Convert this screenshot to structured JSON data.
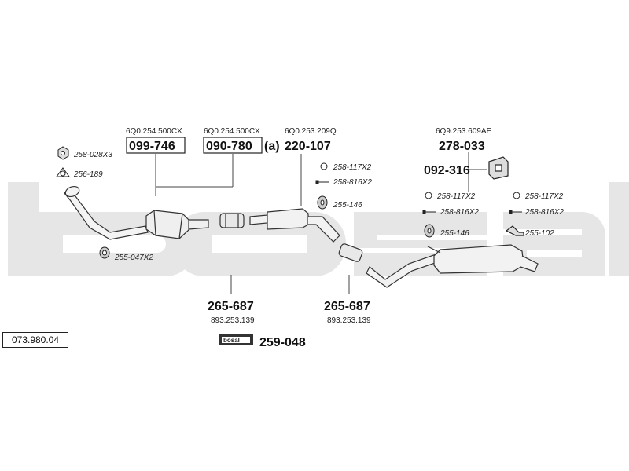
{
  "diagram": {
    "reference_number": "073.980.04",
    "watermark_word": "bosal",
    "logo_text": "bosal",
    "parts": {
      "catalyst": {
        "oem": "6Q0.254.500CX",
        "number": "099-746"
      },
      "catalyst_alt": {
        "oem": "6Q0.254.500CX",
        "number": "090-780",
        "suffix": "(a)"
      },
      "front_pipe": {
        "oem": "6Q0.253.209Q",
        "number": "220-107"
      },
      "rear_box": {
        "oem": "6Q9.253.609AE",
        "number": "278-033"
      },
      "rear_bracket": {
        "number": "092-316"
      },
      "clamp_front": {
        "number": "265-687",
        "oem": "893.253.139"
      },
      "clamp_mid": {
        "number": "265-687",
        "oem": "893.253.139"
      },
      "assembly_kit": {
        "number": "259-048"
      }
    },
    "small_parts": [
      {
        "id": "nut",
        "label": "258-028X3"
      },
      {
        "id": "gasket_ring",
        "label": "256-189"
      },
      {
        "id": "rubber_front",
        "label": "255-047X2"
      },
      {
        "id": "bolt_mid",
        "label": "258-117X2"
      },
      {
        "id": "stud_mid",
        "label": "258-816X2"
      },
      {
        "id": "rubber_mid",
        "label": "255-146"
      },
      {
        "id": "bolt_rear1",
        "label": "258-117X2"
      },
      {
        "id": "stud_rear1",
        "label": "258-816X2"
      },
      {
        "id": "rubber_rear1",
        "label": "255-146"
      },
      {
        "id": "bolt_rear2",
        "label": "258-117X2"
      },
      {
        "id": "stud_rear2",
        "label": "258-816X2"
      },
      {
        "id": "hanger_rear2",
        "label": "255-102"
      }
    ]
  }
}
